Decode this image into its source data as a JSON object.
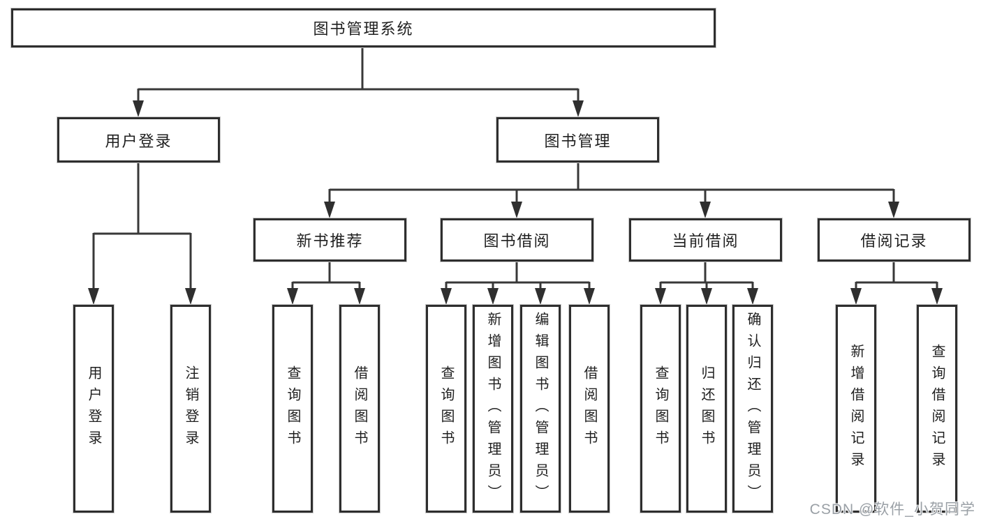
{
  "diagram": {
    "root": "图书管理系统",
    "branches": [
      {
        "label": "用户登录",
        "leaves": [
          "用户登录",
          "注销登录"
        ]
      },
      {
        "label": "图书管理",
        "groups": [
          {
            "label": "新书推荐",
            "leaves": [
              "查询图书",
              "借阅图书"
            ]
          },
          {
            "label": "图书借阅",
            "leaves": [
              "查询图书",
              "新增图书（管理员）",
              "编辑图书（管理员）",
              "借阅图书"
            ]
          },
          {
            "label": "当前借阅",
            "leaves": [
              "查询图书",
              "归还图书",
              "确认归还（管理员）"
            ]
          },
          {
            "label": "借阅记录",
            "leaves": [
              "新增借阅记录",
              "查询借阅记录"
            ]
          }
        ]
      }
    ]
  },
  "watermark": "CSDN @软件_小贺同学",
  "colors": {
    "line": "#383838",
    "box_border": "#2e2e2e",
    "text": "#1f1f1f",
    "watermark": "#9aa0a6",
    "background": "#ffffff"
  }
}
